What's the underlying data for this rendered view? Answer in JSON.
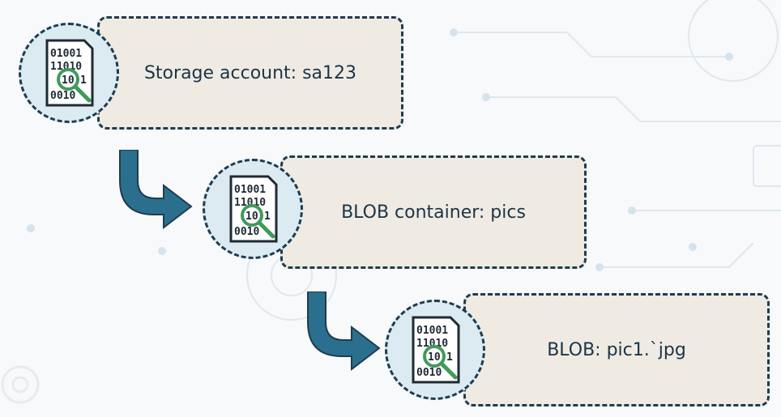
{
  "hierarchy": [
    {
      "label": "Storage account: sa123",
      "icon": "binary-document-search-icon"
    },
    {
      "label": "BLOB container: pics",
      "icon": "binary-document-search-icon"
    },
    {
      "label": "BLOB: pic1.`jpg",
      "icon": "binary-document-search-icon"
    }
  ],
  "icon_text": {
    "line1": "01001",
    "line2": "11010",
    "line3": "10",
    "line3b": "1",
    "line4": "0010"
  },
  "colors": {
    "border": "#1f3c4f",
    "box_fill": "#efebe3",
    "circle_fill": "#dcebf2",
    "arrow": "#2b6f8e",
    "magnifier": "#3f9b5a"
  }
}
